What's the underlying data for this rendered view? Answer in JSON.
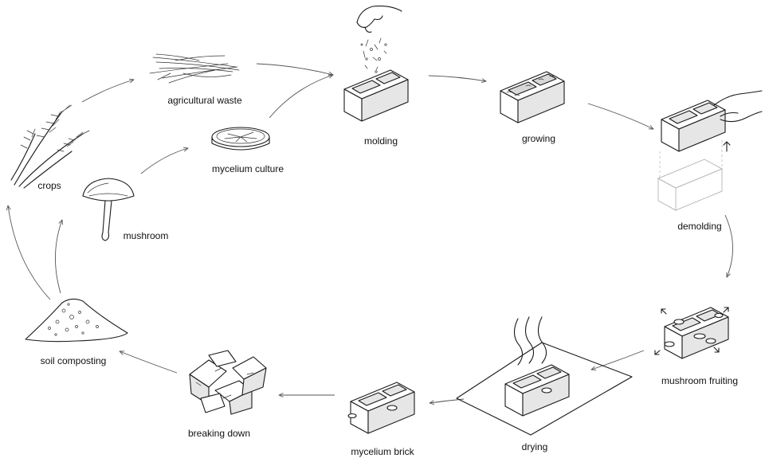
{
  "diagram": {
    "stages": [
      {
        "id": "crops",
        "label": "crops"
      },
      {
        "id": "agricultural-waste",
        "label": "agricultural waste"
      },
      {
        "id": "mycelium-culture",
        "label": "mycelium culture"
      },
      {
        "id": "mushroom",
        "label": "mushroom"
      },
      {
        "id": "molding",
        "label": "molding"
      },
      {
        "id": "growing",
        "label": "growing"
      },
      {
        "id": "demolding",
        "label": "demolding"
      },
      {
        "id": "mushroom-fruiting",
        "label": "mushroom fruiting"
      },
      {
        "id": "drying",
        "label": "drying"
      },
      {
        "id": "mycelium-brick",
        "label": "mycelium brick"
      },
      {
        "id": "breaking-down",
        "label": "breaking down"
      },
      {
        "id": "soil-composting",
        "label": "soil composting"
      }
    ],
    "flows": [
      [
        "crops",
        "agricultural-waste"
      ],
      [
        "agricultural-waste",
        "molding"
      ],
      [
        "mycelium-culture",
        "molding"
      ],
      [
        "mushroom",
        "mycelium-culture"
      ],
      [
        "molding",
        "growing"
      ],
      [
        "growing",
        "demolding"
      ],
      [
        "demolding",
        "mushroom-fruiting"
      ],
      [
        "mushroom-fruiting",
        "drying"
      ],
      [
        "drying",
        "mycelium-brick"
      ],
      [
        "mycelium-brick",
        "breaking-down"
      ],
      [
        "breaking-down",
        "soil-composting"
      ],
      [
        "soil-composting",
        "crops"
      ],
      [
        "soil-composting",
        "mushroom"
      ]
    ]
  }
}
